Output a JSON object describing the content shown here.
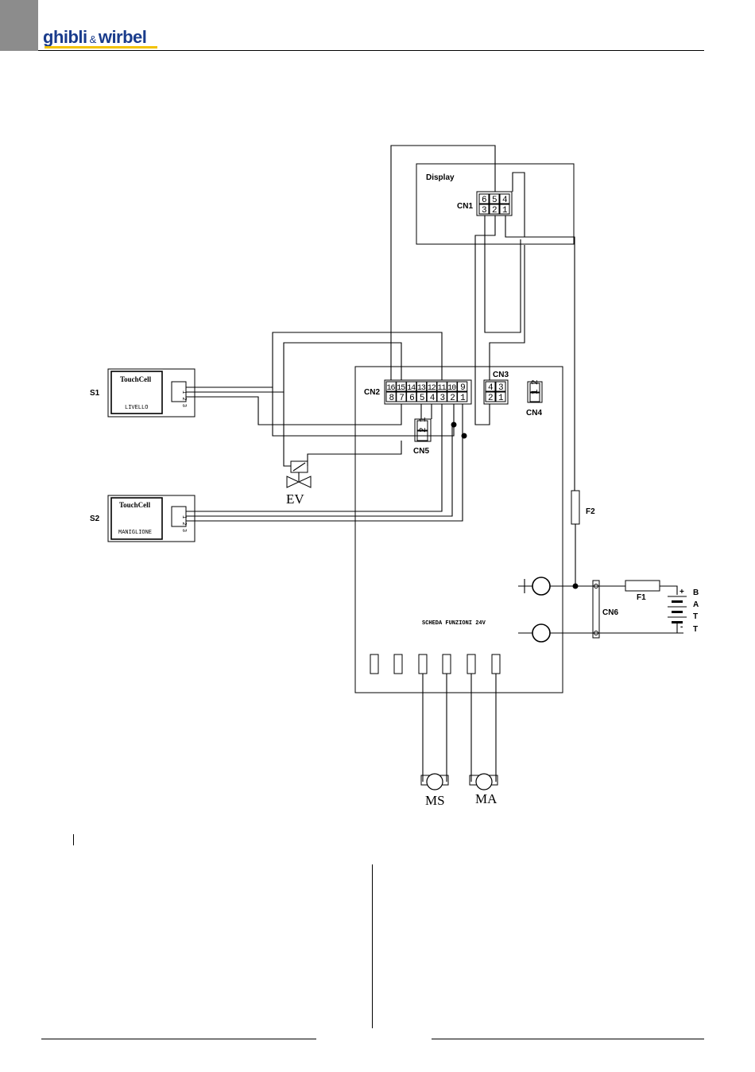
{
  "brand": {
    "name_part1": "ghibli",
    "amp": "&",
    "name_part2": "wirbel",
    "color": "#1a3c8c",
    "underline_color": "#f2c200"
  },
  "diagram": {
    "display_label": "Display",
    "board_label": "SCHEDA  FUNZIONI 24V",
    "connectors": {
      "cn1": {
        "label": "CN1",
        "top_pins": [
          "6",
          "5",
          "4"
        ],
        "bottom_pins": [
          "3",
          "2",
          "1"
        ]
      },
      "cn2": {
        "label": "CN2",
        "top_pins": [
          "16",
          "15",
          "14",
          "13",
          "12",
          "11",
          "10",
          "9"
        ],
        "bottom_pins": [
          "8",
          "7",
          "6",
          "5",
          "4",
          "3",
          "2",
          "1"
        ]
      },
      "cn3": {
        "label": "CN3",
        "top_pins": [
          "4",
          "3"
        ],
        "bottom_pins": [
          "2",
          "1"
        ]
      },
      "cn4": {
        "label": "CN4",
        "pins": [
          "2",
          "1"
        ]
      },
      "cn5": {
        "label": "CN5",
        "pins": [
          "1",
          "2"
        ]
      },
      "cn6": {
        "label": "CN6"
      }
    },
    "sensors": {
      "s1": {
        "label": "S1",
        "title": "TouchCell",
        "subtitle": "LIVELLO",
        "pins": "1 2 3"
      },
      "s2": {
        "label": "S2",
        "title": "TouchCell",
        "subtitle": "MANIGLIONE",
        "pins": "1 2 3"
      }
    },
    "valve_label": "EV",
    "fuse_f1": "F1",
    "fuse_f2": "F2",
    "motor_ms": "MS",
    "motor_ma": "MA",
    "battery_letters": [
      "B",
      "A",
      "T",
      "T"
    ],
    "battery_plus": "+",
    "battery_minus": "-"
  }
}
